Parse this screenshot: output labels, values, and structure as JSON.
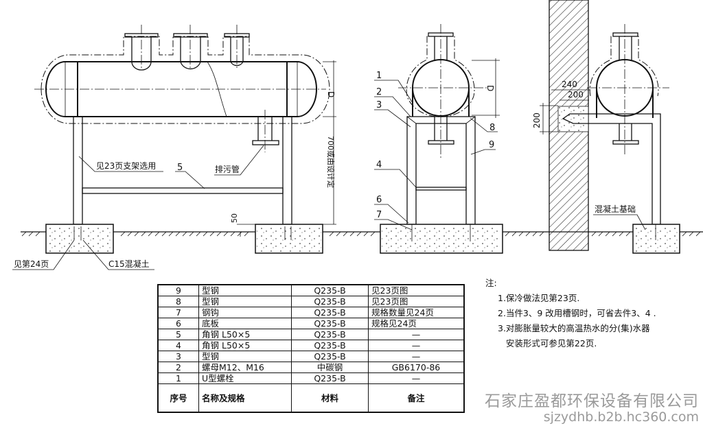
{
  "left_view": {
    "label_support": "见23页支架选用",
    "label_part5": "5",
    "label_drain": "排污管",
    "label_page24": "见第24页",
    "label_concrete": "C15混凝土",
    "dim_d": "D",
    "dim_height": "700或由设计定",
    "dim_50": "50"
  },
  "middle_view": {
    "callouts": [
      "1",
      "2",
      "3",
      "4",
      "6",
      "7",
      "8",
      "9"
    ],
    "dim_d": "D"
  },
  "right_view": {
    "dim_240": "240",
    "dim_200_h": "200",
    "dim_200_v": "200",
    "label_foundation": "混凝土基础"
  },
  "parts_table": {
    "rows": [
      {
        "no": "9",
        "name": "型钢",
        "material": "Q235-B",
        "remark": "见23页图"
      },
      {
        "no": "8",
        "name": "型钢",
        "material": "Q235-B",
        "remark": "见23页图"
      },
      {
        "no": "7",
        "name": "钢钩",
        "material": "Q235-B",
        "remark": "规格数量见24页"
      },
      {
        "no": "6",
        "name": "底板",
        "material": "Q235-B",
        "remark": "规格见24页"
      },
      {
        "no": "5",
        "name": "角钢 L50×5",
        "material": "Q235-B",
        "remark": "—"
      },
      {
        "no": "4",
        "name": "角钢 L50×5",
        "material": "Q235-B",
        "remark": "—"
      },
      {
        "no": "3",
        "name": "型钢",
        "material": "Q235-B",
        "remark": "—"
      },
      {
        "no": "2",
        "name": "螺母M12、M16",
        "material": "中碳钢",
        "remark": "GB6170-86"
      },
      {
        "no": "1",
        "name": "U型螺栓",
        "material": "Q235-B",
        "remark": "—"
      }
    ],
    "header": {
      "no": "序号",
      "name": "名称及规格",
      "material": "材料",
      "remark": "备注"
    }
  },
  "notes": {
    "title": "注:",
    "items": [
      "1.保冷做法见第23页.",
      "2.当件3、9 改用槽钢时，可省去件3、4 .",
      "3.对膨胀量较大的高温热水的分(集)水器",
      "   安装形式可参见第22页."
    ]
  },
  "watermark": {
    "company": "石家庄盈都环保设备有限公司",
    "url": "sjzydhb.b2b.hc360.com"
  }
}
